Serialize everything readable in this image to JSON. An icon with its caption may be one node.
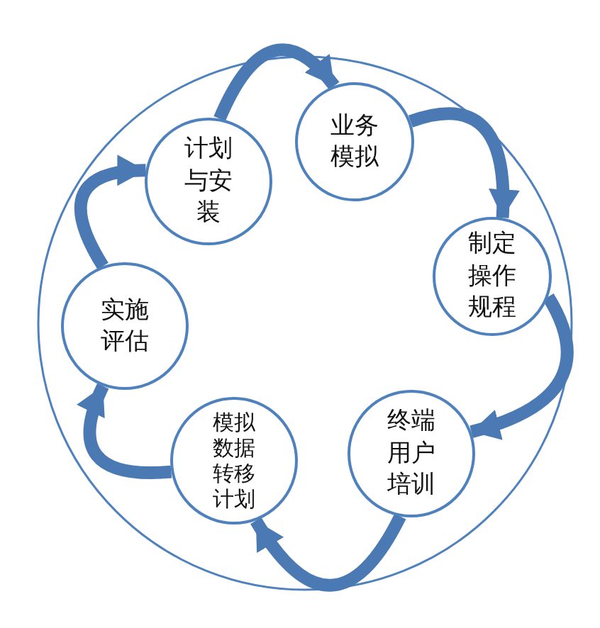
{
  "diagram": {
    "nodes": [
      {
        "text": [
          "计划与安装"
        ]
      },
      {
        "text": [
          "业务模拟"
        ]
      },
      {
        "text": [
          "制定操作规程"
        ]
      },
      {
        "text": [
          "终端用户培训"
        ]
      },
      {
        "text": [
          "模拟数据转移计划"
        ]
      },
      {
        "text": [
          "实施评估"
        ]
      }
    ],
    "edges": [
      {
        "from": 0,
        "to": 1,
        "arrow": "to"
      },
      {
        "from": 1,
        "to": 2,
        "arrow": "to"
      },
      {
        "from": 2,
        "to": 3,
        "arrow": "to"
      },
      {
        "from": 3,
        "to": 4,
        "arrow": "to"
      },
      {
        "from": 4,
        "to": 5,
        "arrow": "to"
      },
      {
        "from": 5,
        "to": 0,
        "arrow": "to"
      }
    ]
  }
}
